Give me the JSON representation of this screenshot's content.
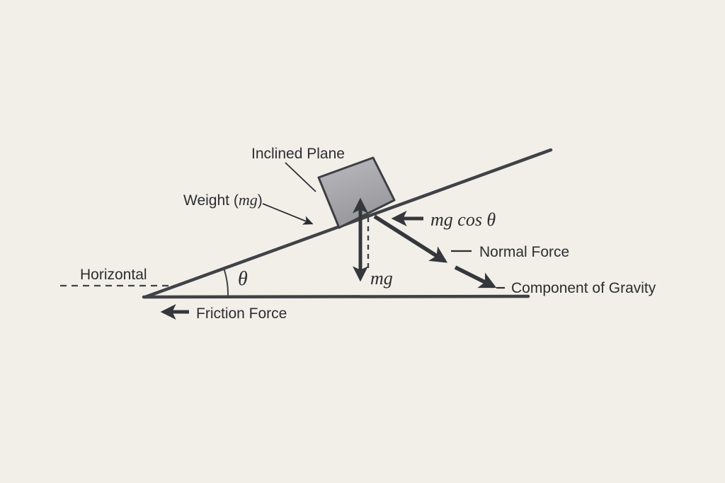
{
  "colors": {
    "bg": "#f2efe9",
    "line": "#3f4246",
    "arrow": "#34373b",
    "text": "#2b2d30",
    "block-fill-top": "#bababf",
    "block-fill-bottom": "#97979c",
    "block-border": "#3d3f43"
  },
  "labels": {
    "inclined_plane": "Inclined Plane",
    "weight_prefix": "Weight (",
    "weight_math": "mg",
    "weight_suffix": ")",
    "mg_cos_theta": "mg cos θ",
    "normal_force": "Normal Force",
    "component_of_gravity": "Component of Gravity",
    "horizontal": "Horizontal",
    "friction_force": "Friction Force",
    "mg": "mg",
    "theta": "θ"
  },
  "diagram": {
    "type": "free-body-diagram",
    "subject": "Block resting on an inclined plane",
    "angle_symbol": "θ",
    "visible_force_labels": [
      "Weight (mg)",
      "mg cos θ",
      "Normal Force",
      "Component of Gravity",
      "Friction Force",
      "mg"
    ]
  }
}
